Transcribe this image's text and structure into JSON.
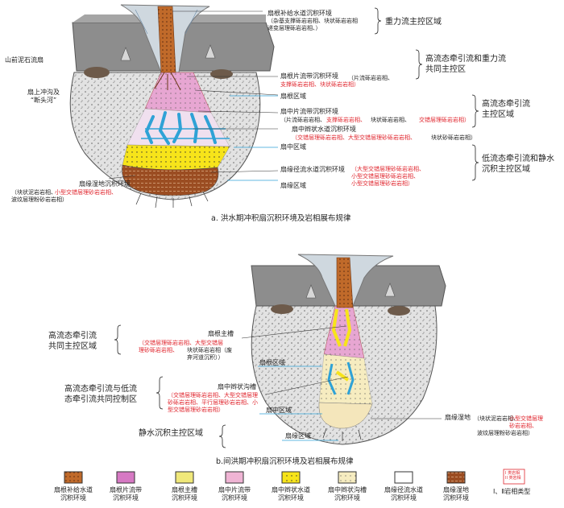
{
  "colors": {
    "feeder": "#b8662a",
    "inner_sheet": "#d679c3",
    "inner_channel": "#f0e87a",
    "mid_sheet": "#efb4d4",
    "mid_braided": "#f7e41a",
    "mid_braided_channel": "#f4e9b0",
    "outer_channel": "#ffffff",
    "toe": "#9b4d22",
    "water": "#2fa2d6",
    "mountain": "#8d8d8d",
    "fan_bg": "#d8d8d8",
    "red_text": "#e0262e"
  },
  "a": {
    "caption": "a. 洪水期冲积扇沉积环境及岩相展布规律",
    "right_zones": [
      "重力流主控区域",
      "高流态牵引流和重力流\n共同主控区",
      "高流态牵引流\n主控区域",
      "低流态牵引流和静水\n沉积主控区域"
    ],
    "left_labels": [
      "山前泥石流扇",
      "扇上冲沟及\n“断头河”"
    ],
    "feeder_env": {
      "title": "扇根补给水道沉积环境",
      "detail": "（杂基支撑砾岩岩相、块状砾岩岩相\n递变层理砾岩岩相、）"
    },
    "inner_sheet_env": {
      "title": "扇根片流带沉积环境",
      "detail_black": "（片流砾岩岩相、",
      "detail_red": "支撑砾岩岩相、块状砾岩岩相）"
    },
    "inner_zone": "扇根区域",
    "mid_sheet_env": {
      "title": "扇中片流带沉积环境",
      "detail_black": "（片流砾岩岩相、",
      "detail_red": "支撑砾岩岩相、",
      "detail_black2": "块状砾岩岩相、",
      "detail_red2": "交错层理砾岩岩相）"
    },
    "mid_braided_env": {
      "title": "扇中辫状水道沉积环境",
      "detail_red": "（交错层理砾岩岩相、大型交错层理砂砾岩岩相、",
      "detail_black": "块状砂砾岩岩相）"
    },
    "mid_zone": "扇中区域",
    "outer_env": {
      "title": "扇缘径流水道沉积环境",
      "detail_red": "（大型交错层理砂砾岩岩相、\n小型交错层理砂砾岩岩相、\n小型交错层理砂岩岩相）"
    },
    "outer_zone": "扇缘区域",
    "toe_env": {
      "title": "扇缘湿地沉积环境",
      "detail_black": "（块状泥岩岩相、",
      "detail_red": "小型交错层理砂岩岩相、",
      "detail_black2": "波纹层理粉砂岩岩相）"
    }
  },
  "b": {
    "caption": "b.间洪期冲积扇沉积环境及岩相展布规律",
    "left_zones": [
      "高流态牵引流\n共同主控区域",
      "高流态牵引流与低流\n态牵引流共同控制区",
      "静水沉积主控区域"
    ],
    "inner_channel": {
      "title": "扇根主槽",
      "detail_red": "（交错层理砾岩岩相、大型交错层\n理砂砾岩岩相、",
      "detail_black": "块状砾岩岩相（废\n弃河道沉积））"
    },
    "inner_zone": "扇根区域",
    "mid_channel": {
      "title": "扇中辫状沟槽",
      "detail_red": "（交错层理砾岩岩相、大型交错层理\n砂砾岩岩相、平行层理砂岩岩相、小\n型交错层理砂岩岩相）"
    },
    "mid_zone": "扇中区域",
    "outer_zone": "扇缘区域",
    "toe": {
      "title": "扇缘湿地",
      "detail_black": "（块状泥岩岩相、",
      "detail_red": "小型交错层理\n砂岩岩相、",
      "detail_black2": "波纹层理粉砂岩岩相）"
    }
  },
  "legend": {
    "items": [
      "扇根补给水道\n沉积环境",
      "扇根片流带\n沉积环境",
      "扇根主槽\n沉积环境",
      "扇中片流带\n沉积环境",
      "扇中辫状水道\n沉积环境",
      "扇中辫状沟槽\n沉积环境",
      "扇缘径流水道\n沉积环境",
      "扇缘湿地\n沉积环境"
    ],
    "type_box_text": "I 类岩相\nII 类岩相",
    "type_label": "Ⅰ、Ⅱ岩相类型"
  }
}
